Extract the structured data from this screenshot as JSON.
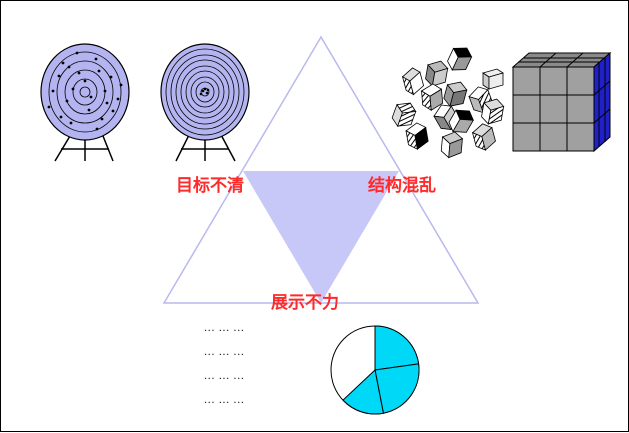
{
  "labels": {
    "unclear_goals": "目标不清",
    "structure_chaos": "结构混乱",
    "poor_presentation": "展示不力"
  },
  "placeholder_lines": [
    "... ... ...",
    "... ... ...",
    "... ... ...",
    "... ... ..."
  ],
  "colors": {
    "label_red": "#ff2a2a",
    "triangle_outline": "#b9b9ee",
    "inner_triangle_fill": "#c8c8f8",
    "target_face": "#b4b4f0",
    "cube_grey": "#a0a0a0",
    "cube_side_blue": "#2020c8",
    "pie_cyan": "#00d8f8"
  },
  "icons": [
    "scattered-target-icon",
    "concentric-target-icon",
    "scattered-cubes-icon",
    "rubiks-cube-icon",
    "pie-chart-icon"
  ]
}
